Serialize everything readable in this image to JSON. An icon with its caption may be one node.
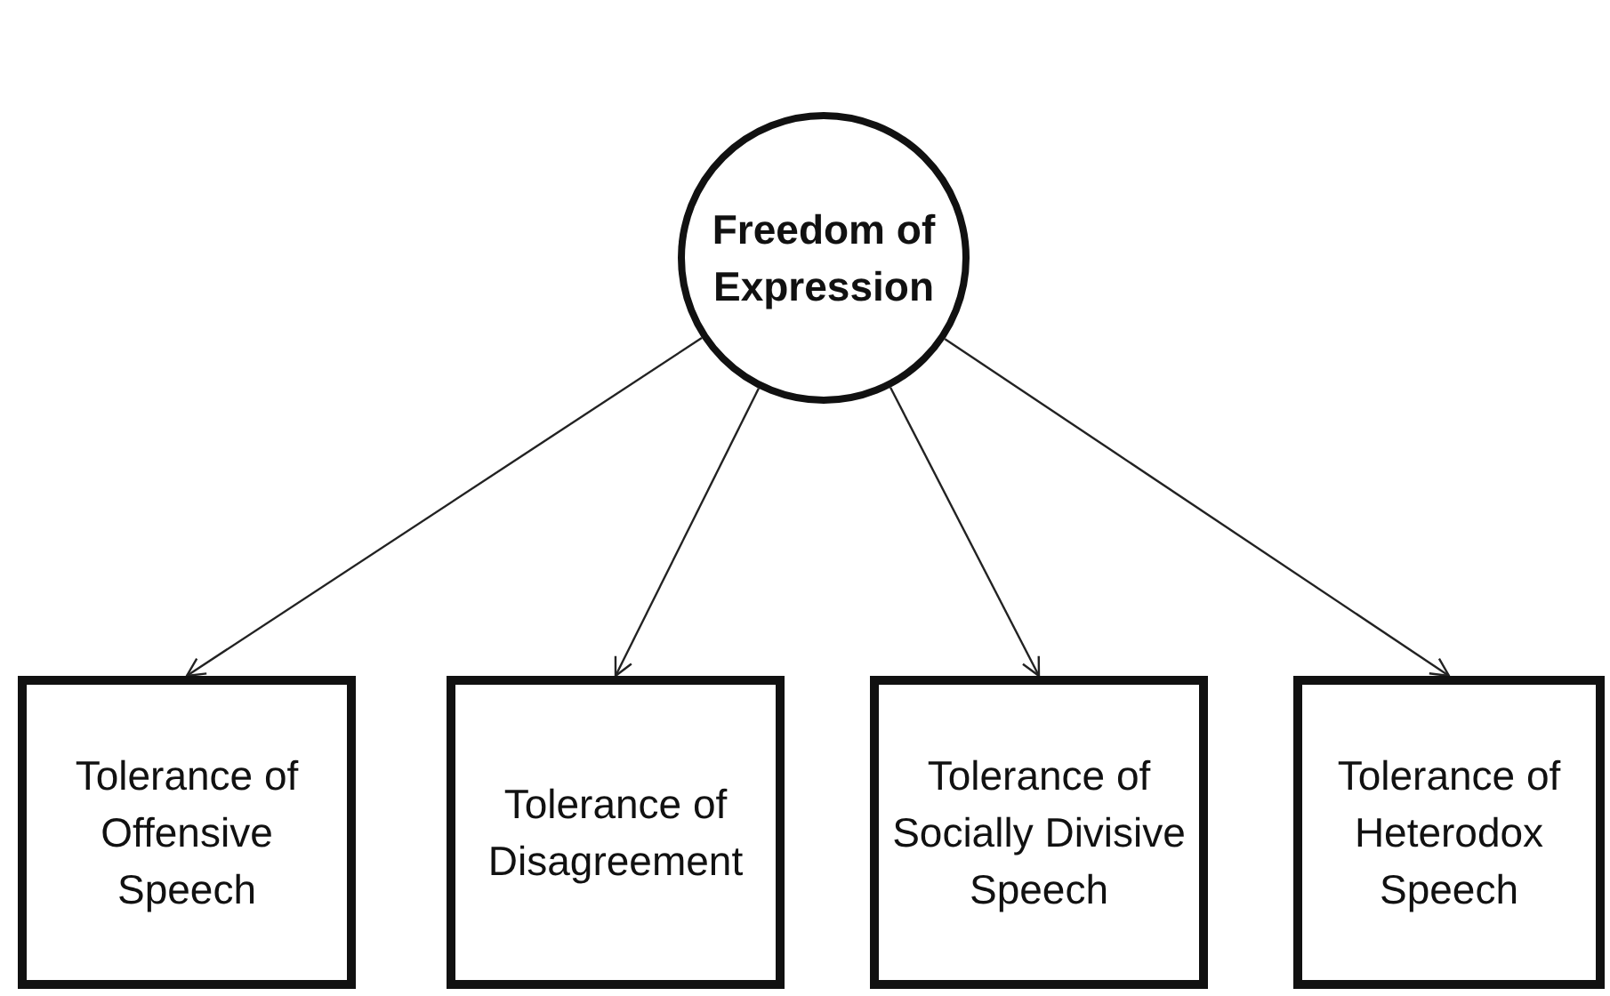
{
  "diagram": {
    "nodes": [
      {
        "text": [
          "Freedom of Expression"
        ]
      },
      {
        "text": [
          "Tolerance of Offensive Speech"
        ]
      },
      {
        "text": [
          "Tolerance of Disagreement"
        ]
      },
      {
        "text": [
          "Tolerance of Socially Divisive Speech"
        ]
      },
      {
        "text": [
          "Tolerance of Heterodox Speech"
        ]
      }
    ],
    "edges": [
      {
        "from": 0,
        "to": 1,
        "arrow": "to"
      },
      {
        "from": 0,
        "to": 2,
        "arrow": "to"
      },
      {
        "from": 0,
        "to": 3,
        "arrow": "to"
      },
      {
        "from": 0,
        "to": 4,
        "arrow": "to"
      }
    ]
  }
}
